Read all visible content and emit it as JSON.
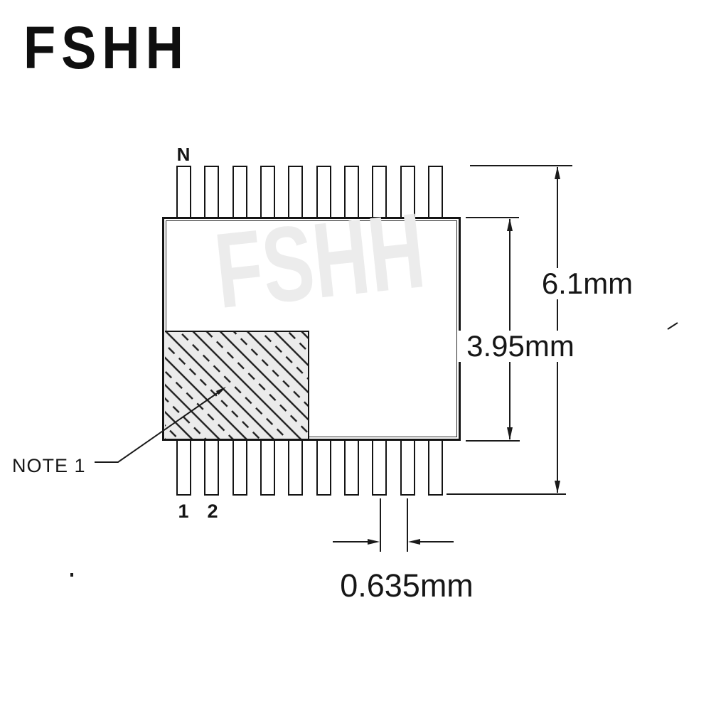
{
  "logo": {
    "text": "FSHH"
  },
  "watermark": {
    "text": "FSHH"
  },
  "package": {
    "type": "dual-row lead package outline (top view)",
    "pins_per_row": 10,
    "top_row_label": "N",
    "bottom_row_pin_numbers": [
      "1",
      "2"
    ],
    "note_label": "NOTE 1"
  },
  "dimensions": {
    "overall_height": "6.1mm",
    "body_height": "3.95mm",
    "pin_pitch": "0.635mm"
  },
  "colors": {
    "background": "#ffffff",
    "line": "#1a1a1a",
    "text": "#161616",
    "watermark": "#ececec",
    "hatch_background": "#ebebeb"
  }
}
